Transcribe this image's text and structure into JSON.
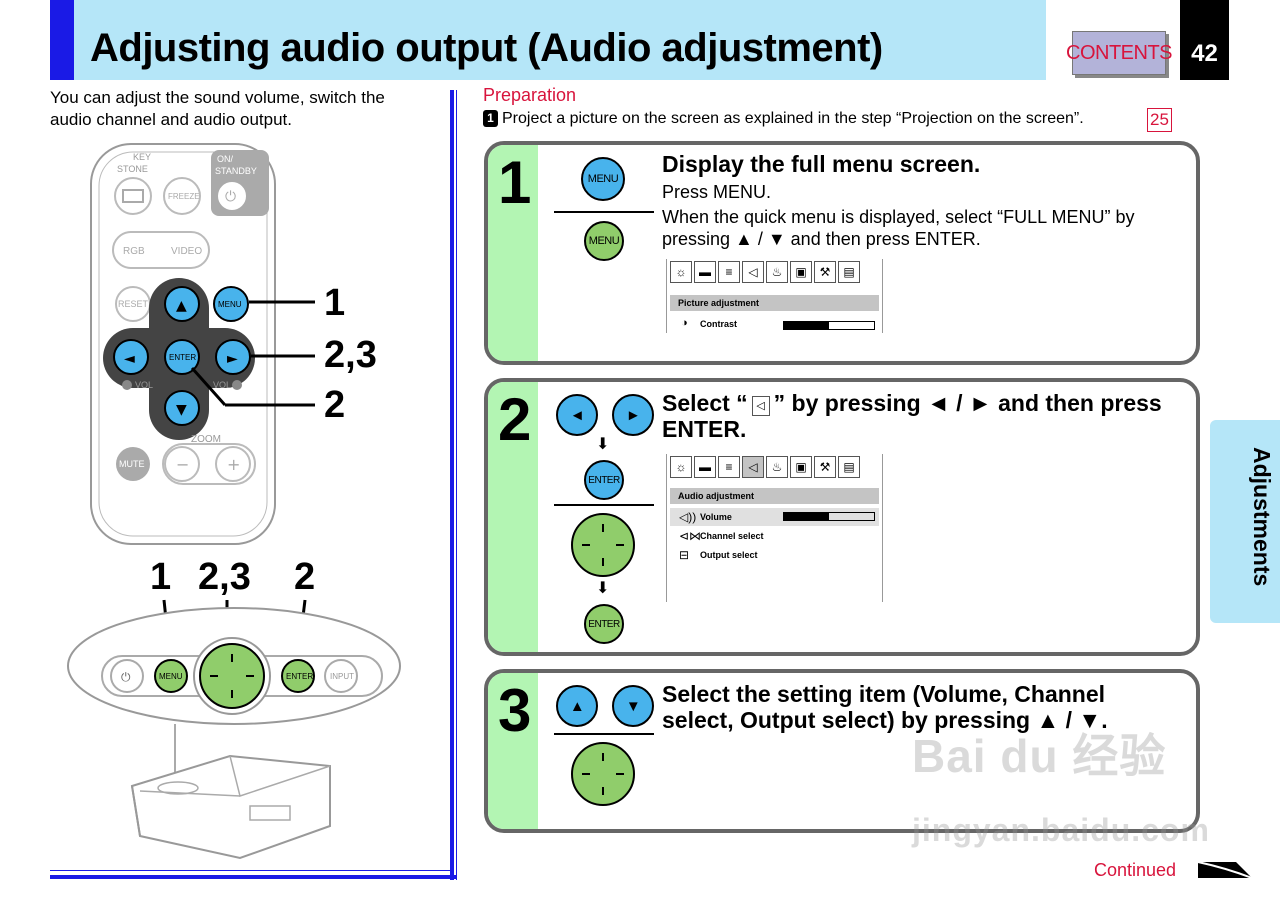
{
  "header": {
    "title": "Adjusting audio output (Audio adjustment)",
    "contents_label": "CONTENTS",
    "page_number": "42"
  },
  "intro": "You can adjust the sound volume, switch the audio channel and audio output.",
  "remote": {
    "keystone": "KEY STONE",
    "on_standby": "ON/ STANDBY",
    "freeze": "FREEZE",
    "rgb": "RGB",
    "video": "VIDEO",
    "reset": "RESET",
    "menu": "MENU",
    "enter": "ENTER",
    "vol_minus": "VOL",
    "vol_plus": "VOL",
    "zoom": "ZOOM",
    "mute": "MUTE",
    "minus": "−",
    "plus": "+",
    "callout_1": "1",
    "callout_23": "2,3",
    "callout_2": "2"
  },
  "panel": {
    "callout_1": "1",
    "callout_23": "2,3",
    "callout_2": "2",
    "menu": "MENU",
    "enter": "ENTER",
    "input": "INPUT"
  },
  "preparation": {
    "title": "Preparation",
    "step_badge": "1",
    "text": "Project a picture on the screen as explained in the step “Projection on the screen”.",
    "page_ref": "25"
  },
  "steps": [
    {
      "number": "1",
      "heading": "Display the full menu screen.",
      "line1": "Press MENU.",
      "line2": "When the quick menu is displayed, select “FULL MENU” by pressing ▲ / ▼ and then press ENTER.",
      "button_top": "MENU",
      "button_bottom": "MENU",
      "menu_bar": "Picture adjustment",
      "menu_item": "Contrast"
    },
    {
      "number": "2",
      "heading_part1": "Select “",
      "heading_part2": "” by pressing ◄ / ► and then press ENTER.",
      "enter_top": "ENTER",
      "enter_bottom": "ENTER",
      "menu_bar": "Audio adjustment",
      "items": [
        "Volume",
        "Channel select",
        "Output select"
      ]
    },
    {
      "number": "3",
      "heading": "Select the setting item (Volume, Channel select, Output select) by pressing ▲ / ▼."
    }
  ],
  "side_tab": "Adjustments",
  "continued": "Continued",
  "watermark": "Bai du 经验",
  "watermark_url": "jingyan.baidu.com",
  "colors": {
    "accent_blue": "#1a1ae6",
    "header_band": "#b5e6f8",
    "red_text": "#d8143c",
    "button_blue": "#48b3ec",
    "button_green": "#90cd6b",
    "step_green": "#b3f5b3"
  }
}
